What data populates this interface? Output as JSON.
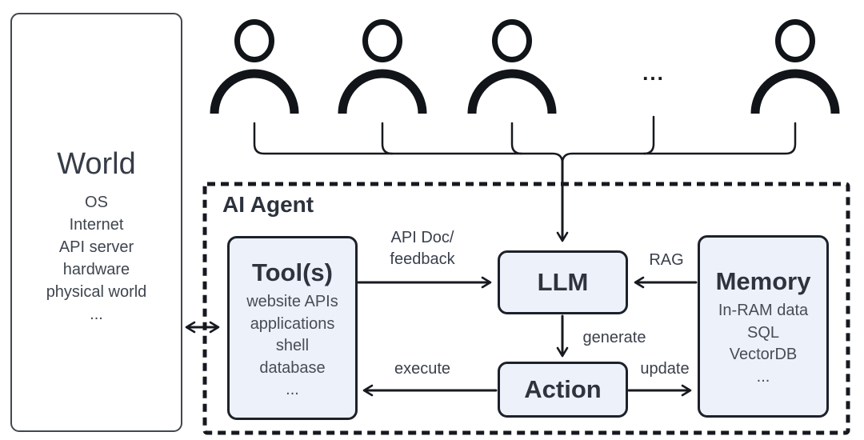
{
  "diagram": {
    "world": {
      "title": "World",
      "items": [
        "OS",
        "Internet",
        "API server",
        "hardware",
        "physical world",
        "..."
      ]
    },
    "users": {
      "ellipsis": "..."
    },
    "agent": {
      "label": "AI Agent"
    },
    "tools": {
      "title": "Tool(s)",
      "items": [
        "website APIs",
        "applications",
        "shell",
        "database",
        "..."
      ]
    },
    "llm": {
      "title": "LLM"
    },
    "action": {
      "title": "Action"
    },
    "memory": {
      "title": "Memory",
      "items": [
        "In-RAM data",
        "SQL",
        "VectorDB",
        "..."
      ]
    },
    "edges": {
      "tools_to_llm": "API Doc/\nfeedback",
      "memory_to_llm": "RAG",
      "llm_to_action": "generate",
      "action_to_tools": "execute",
      "action_to_memory": "update"
    },
    "colors": {
      "node_fill": "#edf1f9",
      "node_border": "#1d212a",
      "line": "#16191f",
      "title_text": "#2e343e",
      "item_text": "#474d57",
      "background": "#ffffff"
    }
  }
}
